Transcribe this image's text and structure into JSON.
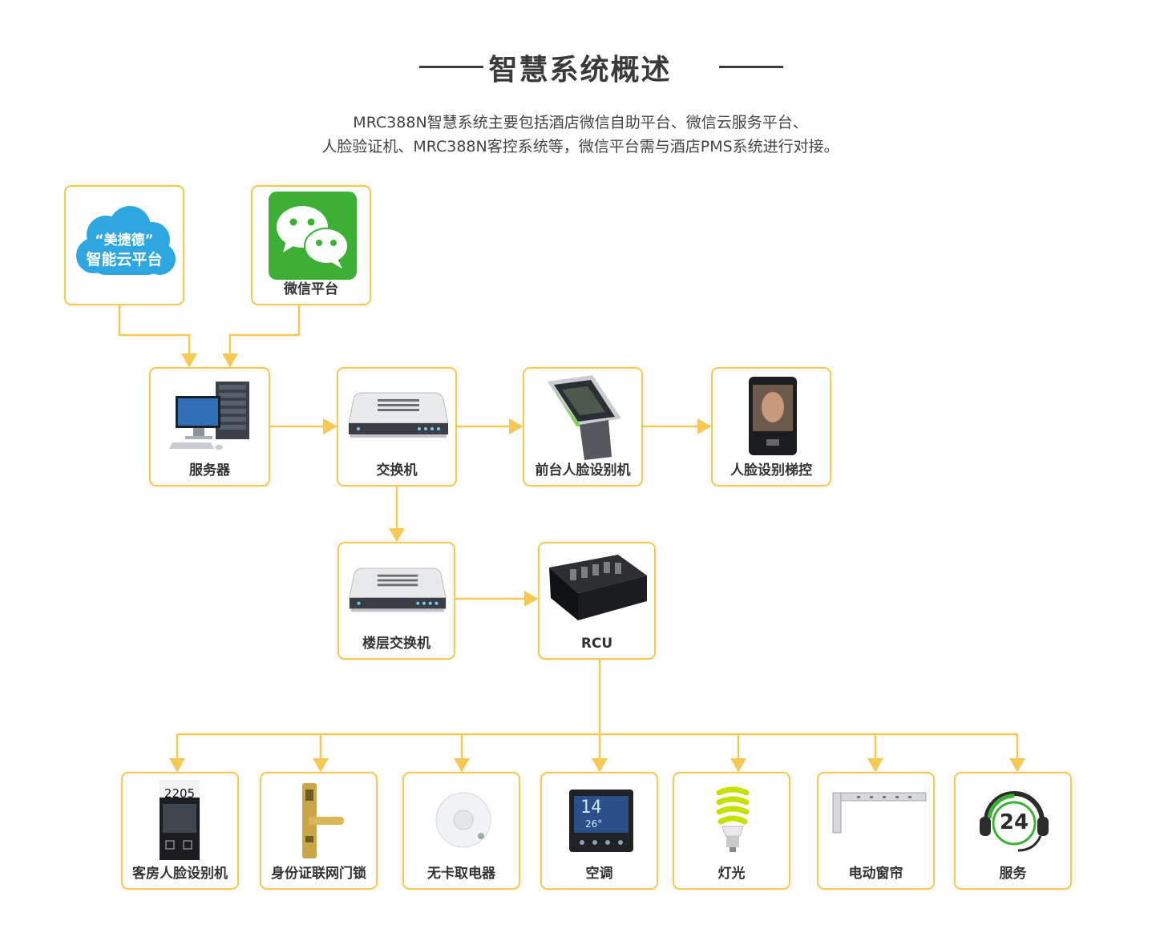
{
  "header": {
    "title": "智慧系统概述",
    "desc_line1": "MRC388N智慧系统主要包括酒店微信自助平台、微信云服务平台、",
    "desc_line2": "人脸验证机、MRC388N客控系统等，微信平台需与酒店PMS系统进行对接。"
  },
  "colors": {
    "accent": "#f6c955",
    "text": "#333333"
  },
  "nodes": {
    "cloud": {
      "text_line1": "“美捷德”",
      "text_line2": "智能云平台",
      "icon": "cloud-icon"
    },
    "wechat": {
      "label": "微信平台",
      "icon": "wechat-icon"
    },
    "server": {
      "label": "服务器",
      "icon": "server-computer-icon"
    },
    "switch": {
      "label": "交换机",
      "icon": "network-switch-icon"
    },
    "front_face": {
      "label": "前台人脸设别机",
      "icon": "face-kiosk-icon"
    },
    "face_elevator": {
      "label": "人脸设别梯控",
      "icon": "face-terminal-icon"
    },
    "floor_switch": {
      "label": "楼层交换机",
      "icon": "network-switch-icon"
    },
    "rcu": {
      "label": "RCU",
      "icon": "rcu-box-icon"
    },
    "room_face": {
      "label": "客房人脸设别机",
      "icon": "door-panel-icon",
      "room_number": "2205"
    },
    "id_lock": {
      "label": "身份证联网门锁",
      "icon": "door-lock-icon"
    },
    "cardless": {
      "label": "无卡取电器",
      "icon": "sensor-icon"
    },
    "ac": {
      "label": "空调",
      "icon": "thermostat-icon",
      "reading": "14",
      "sub_reading": "26°"
    },
    "light": {
      "label": "灯光",
      "icon": "bulb-icon"
    },
    "curtain": {
      "label": "电动窗帘",
      "icon": "curtain-track-icon"
    },
    "service": {
      "label": "服务",
      "icon": "headset-24-icon",
      "badge": "24"
    }
  }
}
